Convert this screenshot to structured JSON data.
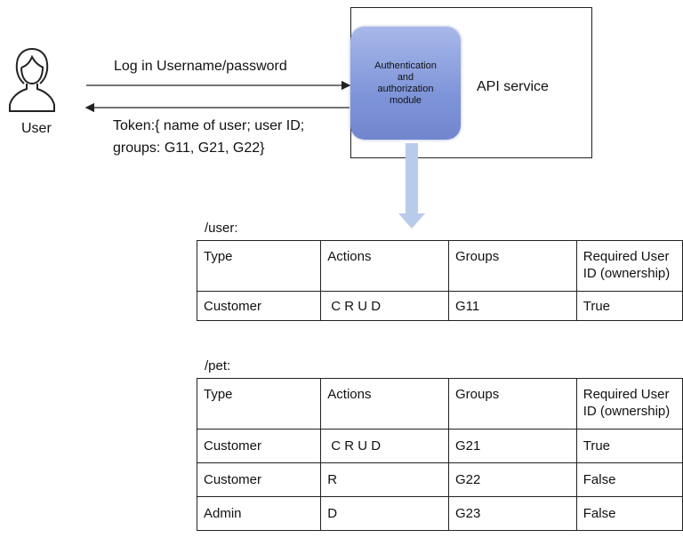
{
  "user": {
    "label": "User"
  },
  "messages": {
    "login": "Log in Username/password",
    "token_line1": "Token:{ name of user; user ID;",
    "token_line2": "groups: G11, G21, G22}"
  },
  "api_service": {
    "label": "API service",
    "module_lines": [
      "Authentication",
      "and",
      "authorization",
      "module"
    ]
  },
  "user_endpoint": {
    "label": "/user:",
    "headers": [
      "Type",
      "Actions",
      "Groups",
      "Required User ID (ownership)"
    ],
    "rows": [
      [
        "Customer",
        "C R U D",
        "G11",
        "True"
      ]
    ]
  },
  "pet_endpoint": {
    "label": "/pet:",
    "headers": [
      "Type",
      "Actions",
      "Groups",
      "Required User ID (ownership)"
    ],
    "rows": [
      [
        "Customer",
        "C R U D",
        "G21",
        "True"
      ],
      [
        "Customer",
        "R",
        "G22",
        "False"
      ],
      [
        "Admin",
        "D",
        "G23",
        "False"
      ]
    ]
  },
  "colors": {
    "module_fill": "#7f95d9",
    "flow_arrow": "#b9cbea",
    "line": "#222222"
  }
}
